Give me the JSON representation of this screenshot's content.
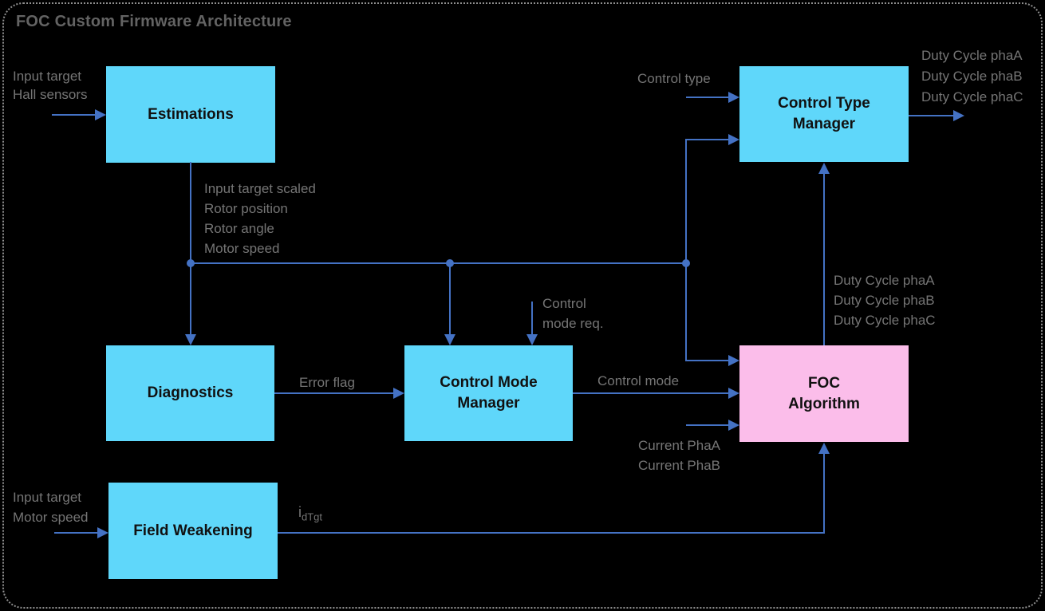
{
  "title": "FOC Custom Firmware Architecture",
  "colors": {
    "background": "#000000",
    "block_fill_cyan": "#5FD7FA",
    "block_fill_pink": "#FBBDEA",
    "connector_blue": "#4472C4",
    "label_gray": "#757575",
    "title_gray": "#636363",
    "block_text": "#111111",
    "frame_dotted_gray": "#8F8F8F"
  },
  "blocks": {
    "estimations": {
      "label": "Estimations"
    },
    "diagnostics": {
      "label": "Diagnostics"
    },
    "field_weakening": {
      "label": "Field Weakening"
    },
    "control_mode_manager": {
      "line1": "Control Mode",
      "line2": "Manager"
    },
    "control_type_manager": {
      "line1": "Control Type",
      "line2": "Manager"
    },
    "foc_algorithm": {
      "line1": "FOC",
      "line2": "Algorithm"
    }
  },
  "labels": {
    "estimations_inputs": [
      "Input target",
      "Hall sensors"
    ],
    "estimations_outputs": [
      "Input target scaled",
      "Rotor position",
      "Rotor angle",
      "Motor speed"
    ],
    "control_type_input": "Control type",
    "duty_cycle_outputs": [
      "Duty Cycle phaA",
      "Duty Cycle phaB",
      "Duty Cycle phaC"
    ],
    "control_mode_request": [
      "Control",
      "mode req."
    ],
    "error_flag": "Error flag",
    "control_mode": "Control mode",
    "current_inputs": [
      "Current PhaA",
      "Current PhaB"
    ],
    "foc_duty_cycle_outputs": [
      "Duty Cycle phaA",
      "Duty Cycle phaB",
      "Duty Cycle phaC"
    ],
    "field_weakening_inputs": [
      "Input target",
      "Motor speed"
    ],
    "idtgt": {
      "base": "i",
      "sub": "dTgt"
    }
  }
}
